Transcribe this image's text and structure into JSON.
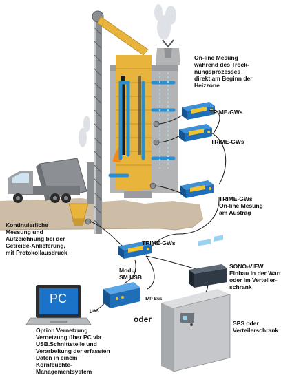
{
  "labels": {
    "online_measurement": "On-line Mesung\nwährend des Trock-\nnungsprozesses\ndirekt am Beginn der\nHeizzone",
    "trime_gws_1": "TRIME-GWs",
    "trime_gws_2": "TRIME-GWs",
    "trime_gws_3": "TRIME-GWs\nOn-line Mesung\nam Austrag",
    "trime_gws_4": "TRIME-GWs",
    "continuous_measurement": "Kontinuierliche\nMessung und\nAufzeichnung bei der\nGetreide-Anlieferung,\nmit Protokollausdruck",
    "modul": "Modul\nSM USB",
    "imp_bus": "IMP Bus",
    "sono_view": "SONO-VIEW\nEinbau in der Warte\noder im Verteiler-\nschrank",
    "pc_screen": "PC",
    "usb": "USB",
    "oder": "oder",
    "sps": "SPS oder\nVerteilerschrank",
    "pc_option": "Option Vernetzung\nVernetzung über PC via\nUSB.Schnittstelle und\nVerarbeitung der erfassten\nDaten in einem\nKornfeuchte-\nManagementsystem"
  },
  "colors": {
    "ground": "#cdbda6",
    "dryer_body": "#e9b43c",
    "dryer_grey": "#b3b4b6",
    "air_flow": "#2a8fd0",
    "sensor_blue": "#1f6fb8",
    "sensor_yellow": "#f2c530",
    "cable": "#222222",
    "truck_body": "#8c8f93",
    "screen": "#1a73c9",
    "cabinet": "#c5c7ca"
  }
}
